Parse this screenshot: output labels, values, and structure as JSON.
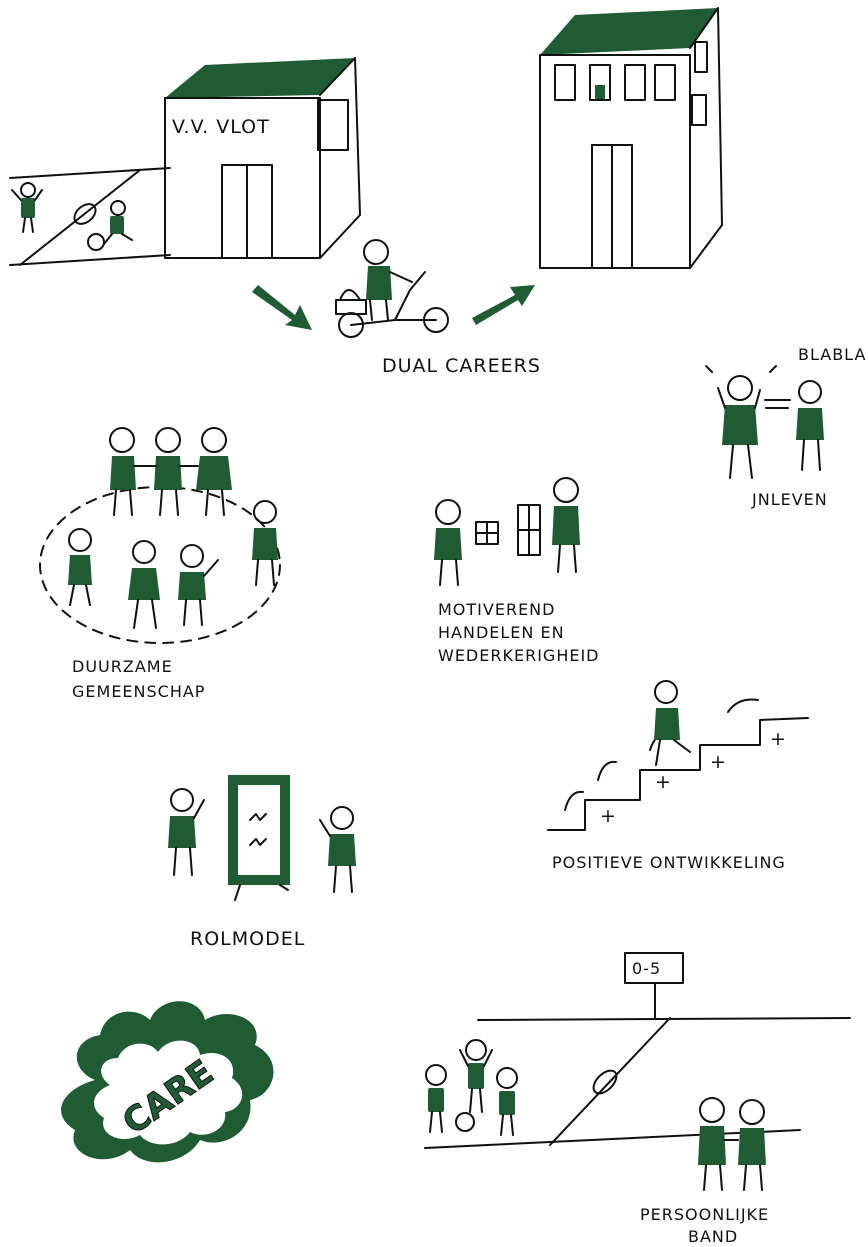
{
  "colors": {
    "accent": "#1f5c34",
    "ink": "#111111",
    "paper": "#ffffff"
  },
  "top": {
    "club_sign": "V.V. VLOT",
    "dual_careers": "DUAL CAREERS"
  },
  "inleven": {
    "speech": "BLABLA",
    "label": "JNLEVEN"
  },
  "gemeenschap": {
    "line1": "DUURZAME",
    "line2": "GEMEENSCHAP"
  },
  "motiverend": {
    "line1": "MOTIVEREND",
    "line2": "HANDELEN EN",
    "line3": "WEDERKERIGHEID"
  },
  "positieve": {
    "label": "POSITIEVE ONTWIKKELING",
    "plus": "+"
  },
  "rolmodel": {
    "label": "ROLMODEL"
  },
  "care": {
    "label": "CARE"
  },
  "band": {
    "score": "0-5",
    "line1": "PERSOONLIJKE",
    "line2": "BAND"
  }
}
